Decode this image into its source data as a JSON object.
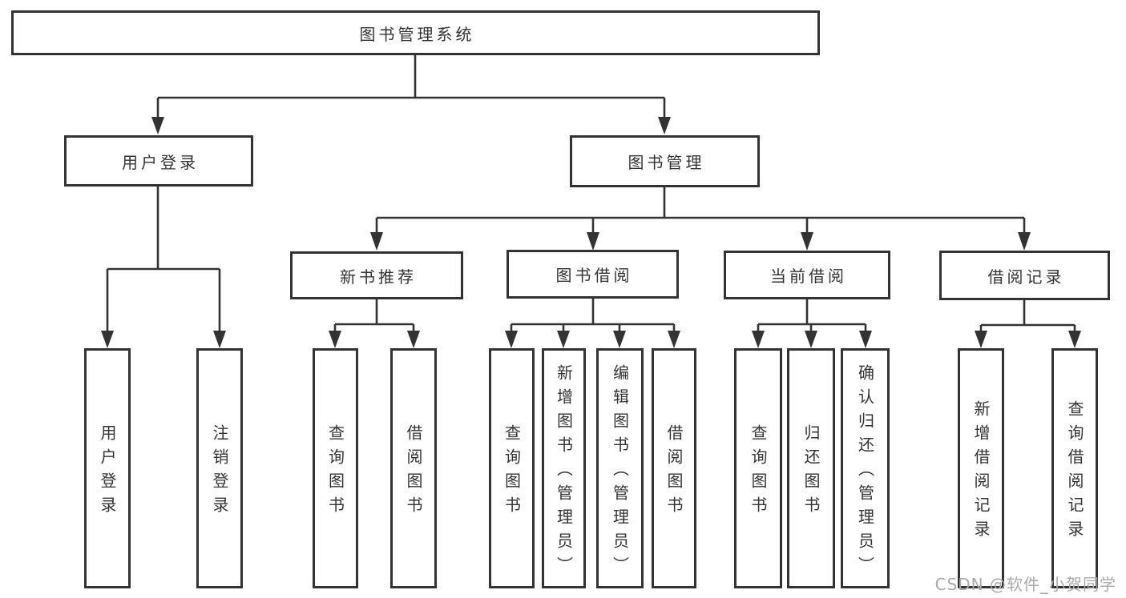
{
  "nodes": {
    "root": "图书管理系统",
    "user_login": "用户登录",
    "book_mgmt": "图书管理",
    "new_book_rec": "新书推荐",
    "book_borrow": "图书借阅",
    "current_borrow": "当前借阅",
    "borrow_records": "借阅记录",
    "leaf_user_login": "用户登录",
    "leaf_logout": "注销登录",
    "leaf_rec_query_book": "查询图书",
    "leaf_rec_borrow_book": "借阅图书",
    "leaf_bb_query_book": "查询图书",
    "leaf_bb_add_book": "新增图书（管理员）",
    "leaf_bb_edit_book": "编辑图书（管理员）",
    "leaf_bb_borrow_book": "借阅图书",
    "leaf_cb_query_book": "查询图书",
    "leaf_cb_return_book": "归还图书",
    "leaf_cb_confirm_return": "确认归还（管理员）",
    "leaf_br_add_record": "新增借阅记录",
    "leaf_br_query_record": "查询借阅记录"
  },
  "tree": {
    "label": "图书管理系统",
    "children": [
      {
        "label": "用户登录",
        "children": [
          {
            "label": "用户登录"
          },
          {
            "label": "注销登录"
          }
        ]
      },
      {
        "label": "图书管理",
        "children": [
          {
            "label": "新书推荐",
            "children": [
              {
                "label": "查询图书"
              },
              {
                "label": "借阅图书"
              }
            ]
          },
          {
            "label": "图书借阅",
            "children": [
              {
                "label": "查询图书"
              },
              {
                "label": "新增图书（管理员）"
              },
              {
                "label": "编辑图书（管理员）"
              },
              {
                "label": "借阅图书"
              }
            ]
          },
          {
            "label": "当前借阅",
            "children": [
              {
                "label": "查询图书"
              },
              {
                "label": "归还图书"
              },
              {
                "label": "确认归还（管理员）"
              }
            ]
          },
          {
            "label": "借阅记录",
            "children": [
              {
                "label": "新增借阅记录"
              },
              {
                "label": "查询借阅记录"
              }
            ]
          }
        ]
      }
    ]
  },
  "watermark": "CSDN @软件_小贺同学",
  "colors": {
    "line": "#333333",
    "box_border": "#333333",
    "text": "#333333",
    "background": "#ffffff",
    "watermark_text": "#a9a9a9"
  }
}
